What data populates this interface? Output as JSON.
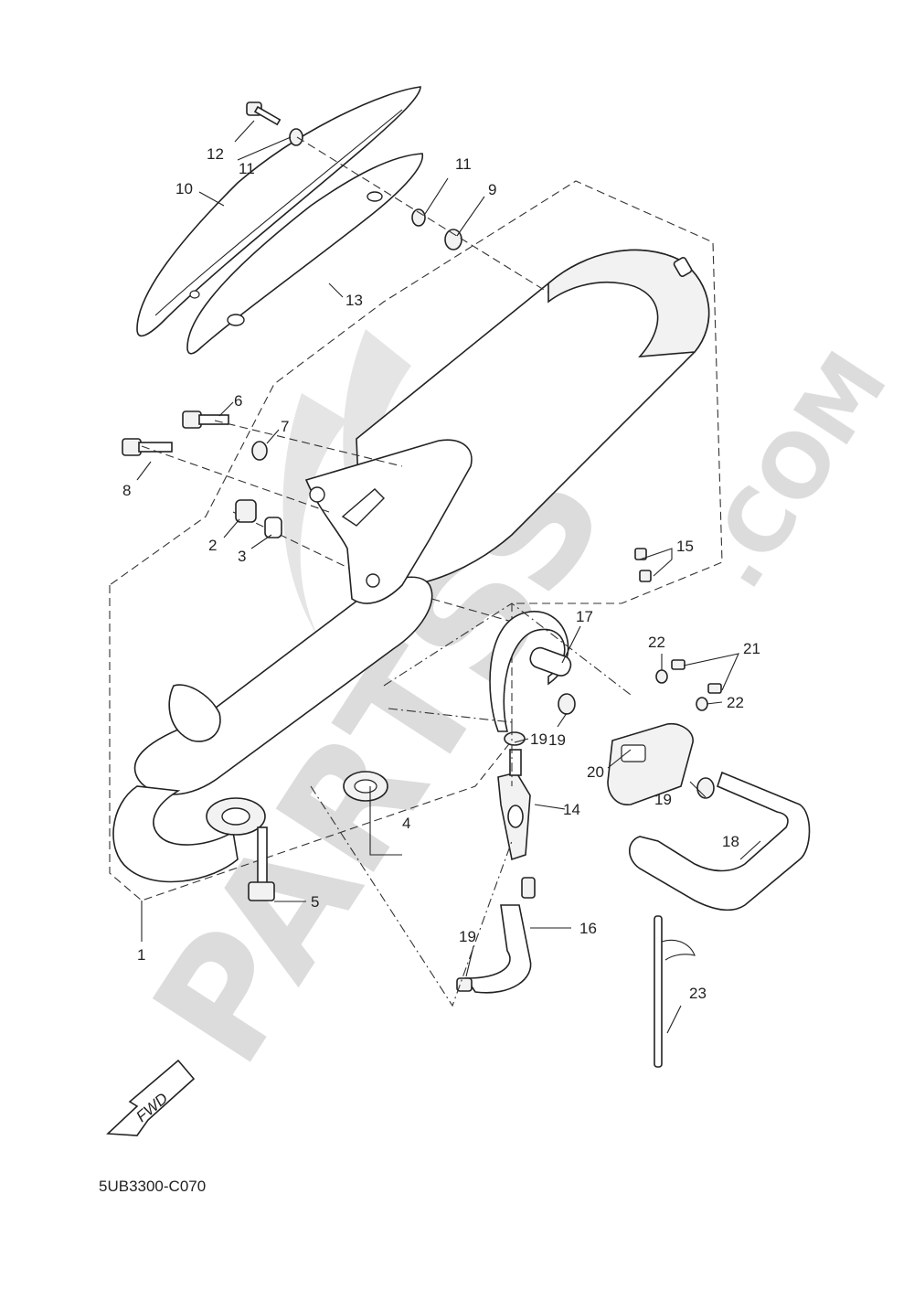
{
  "diagram": {
    "code": "5UB3300-C070",
    "fwd_label": "FWD",
    "watermark": {
      "brand": "PARTSS",
      "suffix": ".COM"
    },
    "callouts": [
      {
        "id": "c1",
        "label": "1"
      },
      {
        "id": "c2",
        "label": "2"
      },
      {
        "id": "c3",
        "label": "3"
      },
      {
        "id": "c4",
        "label": "4"
      },
      {
        "id": "c5",
        "label": "5"
      },
      {
        "id": "c6",
        "label": "6"
      },
      {
        "id": "c7",
        "label": "7"
      },
      {
        "id": "c8",
        "label": "8"
      },
      {
        "id": "c9",
        "label": "9"
      },
      {
        "id": "c10",
        "label": "10"
      },
      {
        "id": "c11a",
        "label": "11"
      },
      {
        "id": "c11b",
        "label": "11"
      },
      {
        "id": "c12",
        "label": "12"
      },
      {
        "id": "c13",
        "label": "13"
      },
      {
        "id": "c14",
        "label": "14"
      },
      {
        "id": "c15",
        "label": "15"
      },
      {
        "id": "c16",
        "label": "16"
      },
      {
        "id": "c17",
        "label": "17"
      },
      {
        "id": "c18",
        "label": "18"
      },
      {
        "id": "c19a",
        "label": "19"
      },
      {
        "id": "c19b",
        "label": "19"
      },
      {
        "id": "c19c",
        "label": "19"
      },
      {
        "id": "c19d",
        "label": "19"
      },
      {
        "id": "c20",
        "label": "20"
      },
      {
        "id": "c21",
        "label": "21"
      },
      {
        "id": "c22a",
        "label": "22"
      },
      {
        "id": "c22b",
        "label": "22"
      },
      {
        "id": "c23",
        "label": "23"
      }
    ]
  }
}
